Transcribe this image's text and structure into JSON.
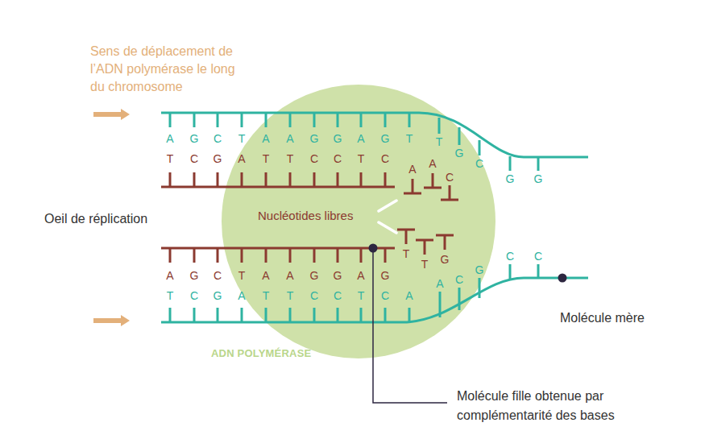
{
  "diagram": {
    "nodes": [
      {
        "text": [
          "ADN POLYMÉRASE"
        ]
      }
    ],
    "labels": [
      "Sens de déplacement de l’ADN polymérase le long du chromosome",
      "Oeil de réplication",
      "A",
      "G",
      "C",
      "T",
      "A",
      "A",
      "G",
      "G",
      "A",
      "G",
      "T",
      "T",
      "G",
      "C",
      "G",
      "G",
      "T",
      "C",
      "G",
      "A",
      "T",
      "T",
      "C",
      "C",
      "T",
      "C",
      "A",
      "A",
      "C",
      "Nucléotides libres",
      "T",
      "T",
      "G",
      "A",
      "G",
      "C",
      "T",
      "A",
      "A",
      "G",
      "G",
      "A",
      "G",
      "T",
      "C",
      "G",
      "A",
      "T",
      "T",
      "C",
      "C",
      "T",
      "C",
      "A",
      "A",
      "C",
      "G",
      "C",
      "C",
      "Molécule mère",
      "Molécule fille obtenue par complémentarité des bases"
    ]
  }
}
